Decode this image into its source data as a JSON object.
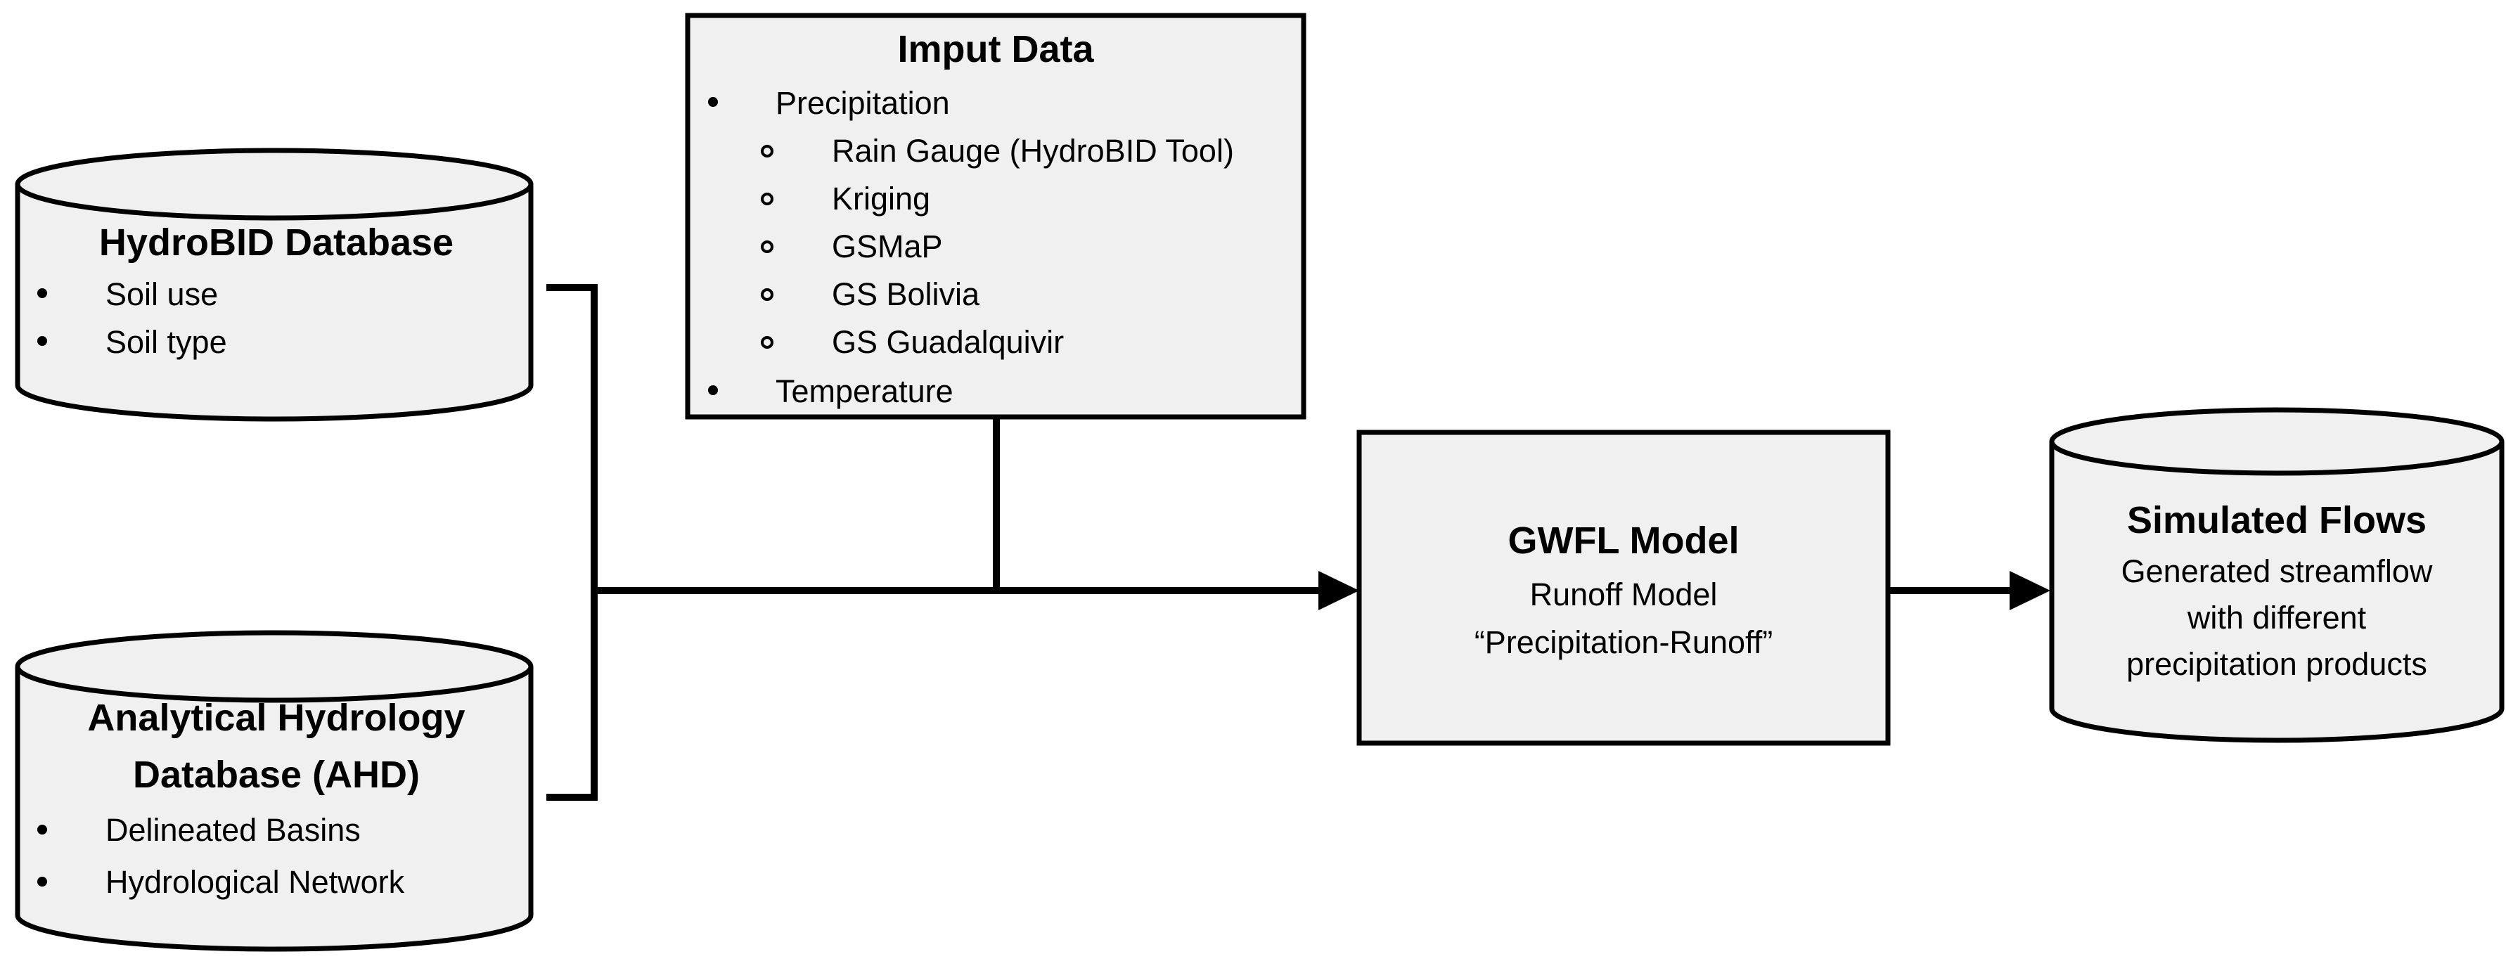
{
  "hydrobid": {
    "title": "HydroBID Database",
    "items": [
      "Soil use",
      "Soil type"
    ]
  },
  "ahd": {
    "title_line1": "Analytical Hydrology",
    "title_line2": "Database (AHD)",
    "items": [
      "Delineated Basins",
      "Hydrological Network"
    ]
  },
  "input": {
    "title": "Imput Data",
    "item1": "Precipitation",
    "subitems": [
      "Rain Gauge (HydroBID Tool)",
      "Kriging",
      "GSMaP",
      "GS Bolivia",
      "GS Guadalquivir"
    ],
    "item2": "Temperature"
  },
  "gwfl": {
    "title": "GWFL Model",
    "line1": "Runoff Model",
    "line2": "“Precipitation-Runoff”"
  },
  "flows": {
    "title": "Simulated Flows",
    "lines": [
      "Generated streamflow",
      "with different",
      "precipitation products"
    ]
  },
  "colors": {
    "fill": "#f0f0f0",
    "stroke": "#000000"
  }
}
